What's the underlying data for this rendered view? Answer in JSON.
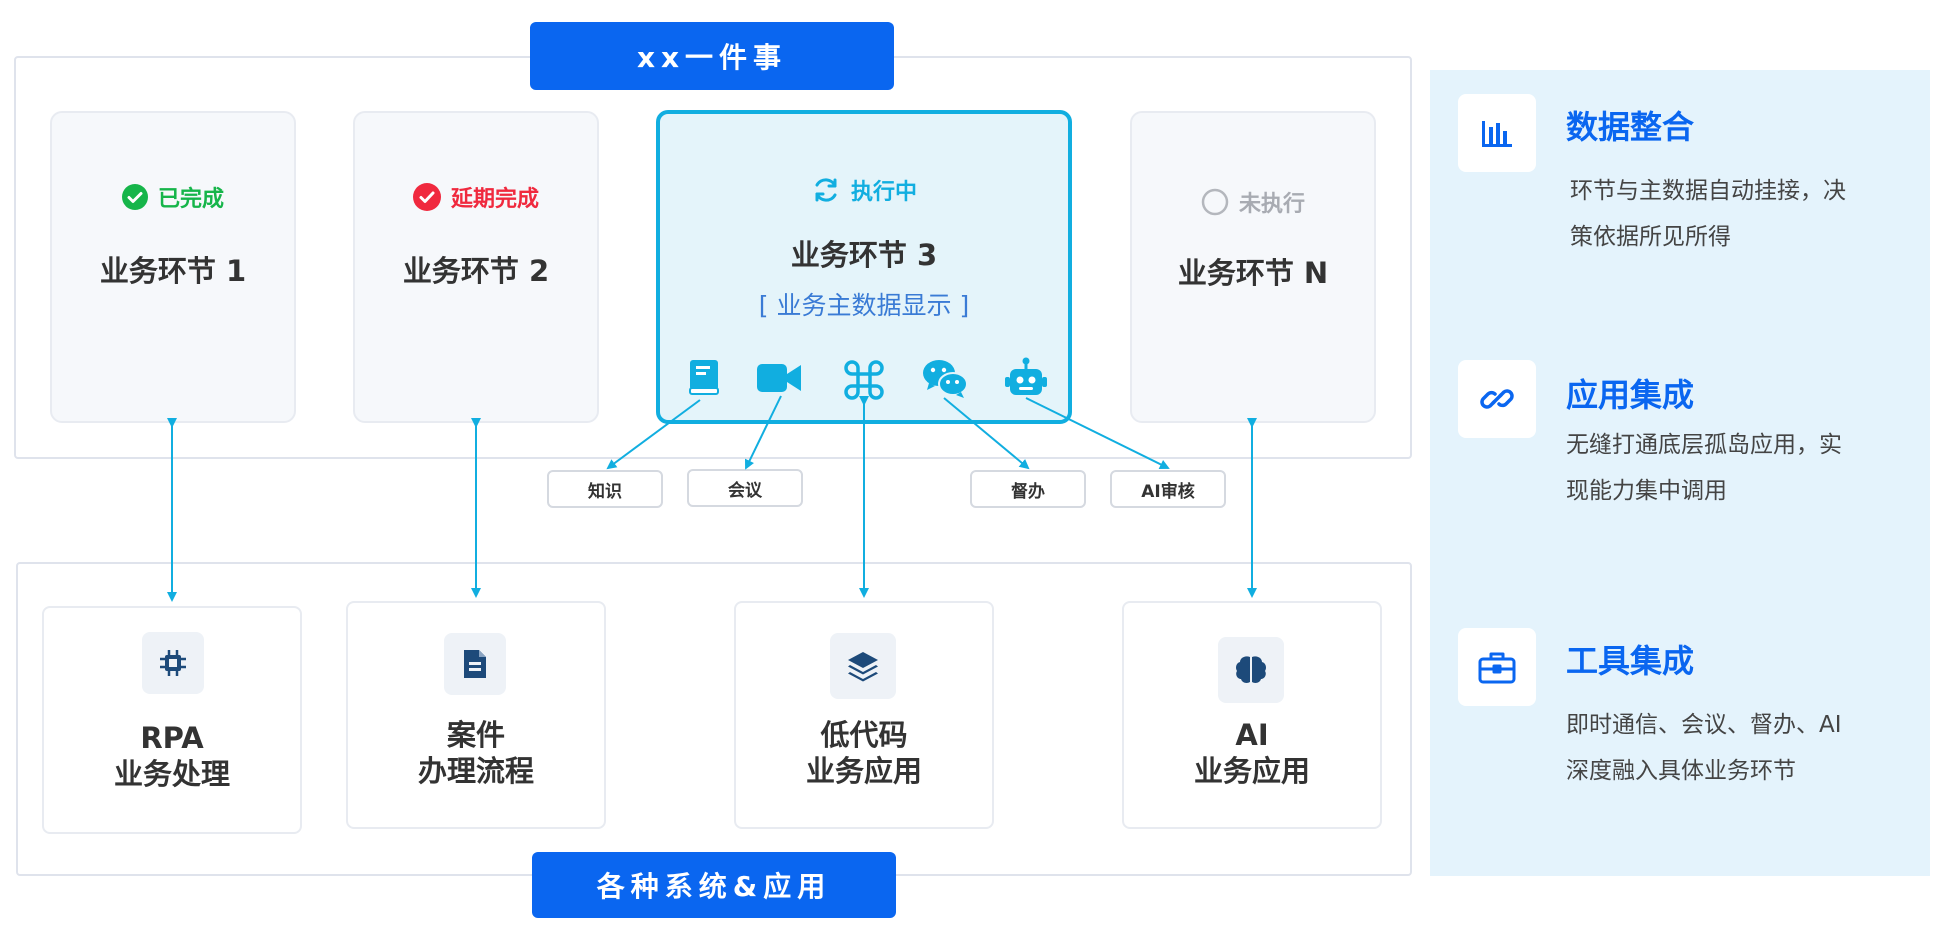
{
  "top_title": "xx一件事",
  "bottom_title": "各种系统&应用",
  "steps": [
    {
      "status": "已完成",
      "title": "业务环节 1"
    },
    {
      "status": "延期完成",
      "title": "业务环节 2"
    },
    {
      "status": "执行中",
      "title": "业务环节 3",
      "subtitle": "[ 业务主数据显示 ]"
    },
    {
      "status": "未执行",
      "title": "业务环节 N"
    }
  ],
  "mini_tags": [
    "知识",
    "会议",
    "督办",
    "AI审核"
  ],
  "systems": [
    {
      "line1": "RPA",
      "line2": "业务处理",
      "icon": "chip-icon"
    },
    {
      "line1": "案件",
      "line2": "办理流程",
      "icon": "document-icon"
    },
    {
      "line1": "低代码",
      "line2": "业务应用",
      "icon": "layers-icon"
    },
    {
      "line1": "AI",
      "line2": "业务应用",
      "icon": "brain-icon"
    }
  ],
  "features": [
    {
      "title": "数据整合",
      "desc1": "环节与主数据自动挂接，决",
      "desc2": "策依据所见所得",
      "icon": "bar-chart-icon"
    },
    {
      "title": "应用集成",
      "desc1": "无缝打通底层孤岛应用，实",
      "desc2": "现能力集中调用",
      "icon": "link-icon"
    },
    {
      "title": "工具集成",
      "desc1": "即时通信、会议、督办、AI",
      "desc2": "深度融入具体业务环节",
      "icon": "toolbox-icon"
    }
  ],
  "colors": {
    "brand_blue": "#0a66f0",
    "active_cyan": "#11aee0",
    "done_green": "#16b54a",
    "delay_red": "#f0293e",
    "pending_gray": "#a8abb2",
    "icon_dark_blue": "#1d4a7a"
  }
}
